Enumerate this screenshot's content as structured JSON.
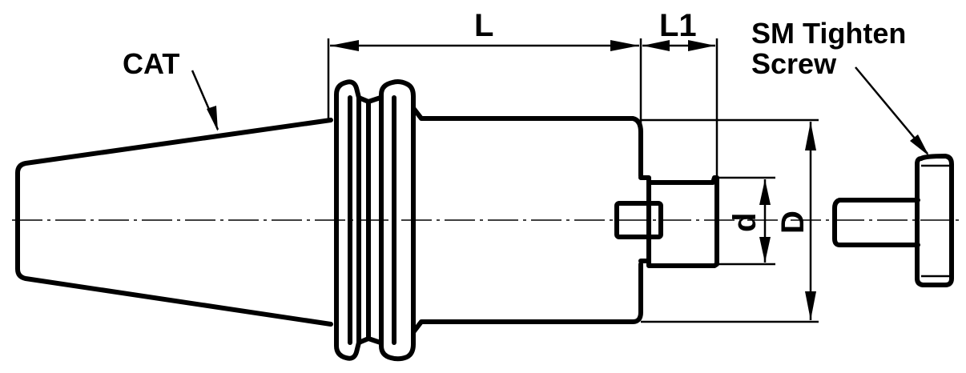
{
  "labels": {
    "cat": "CAT",
    "length": "L",
    "length1": "L1",
    "screw_line1": "SM Tighten",
    "screw_line2": "Screw",
    "bore_diameter": "d",
    "body_diameter": "D"
  }
}
